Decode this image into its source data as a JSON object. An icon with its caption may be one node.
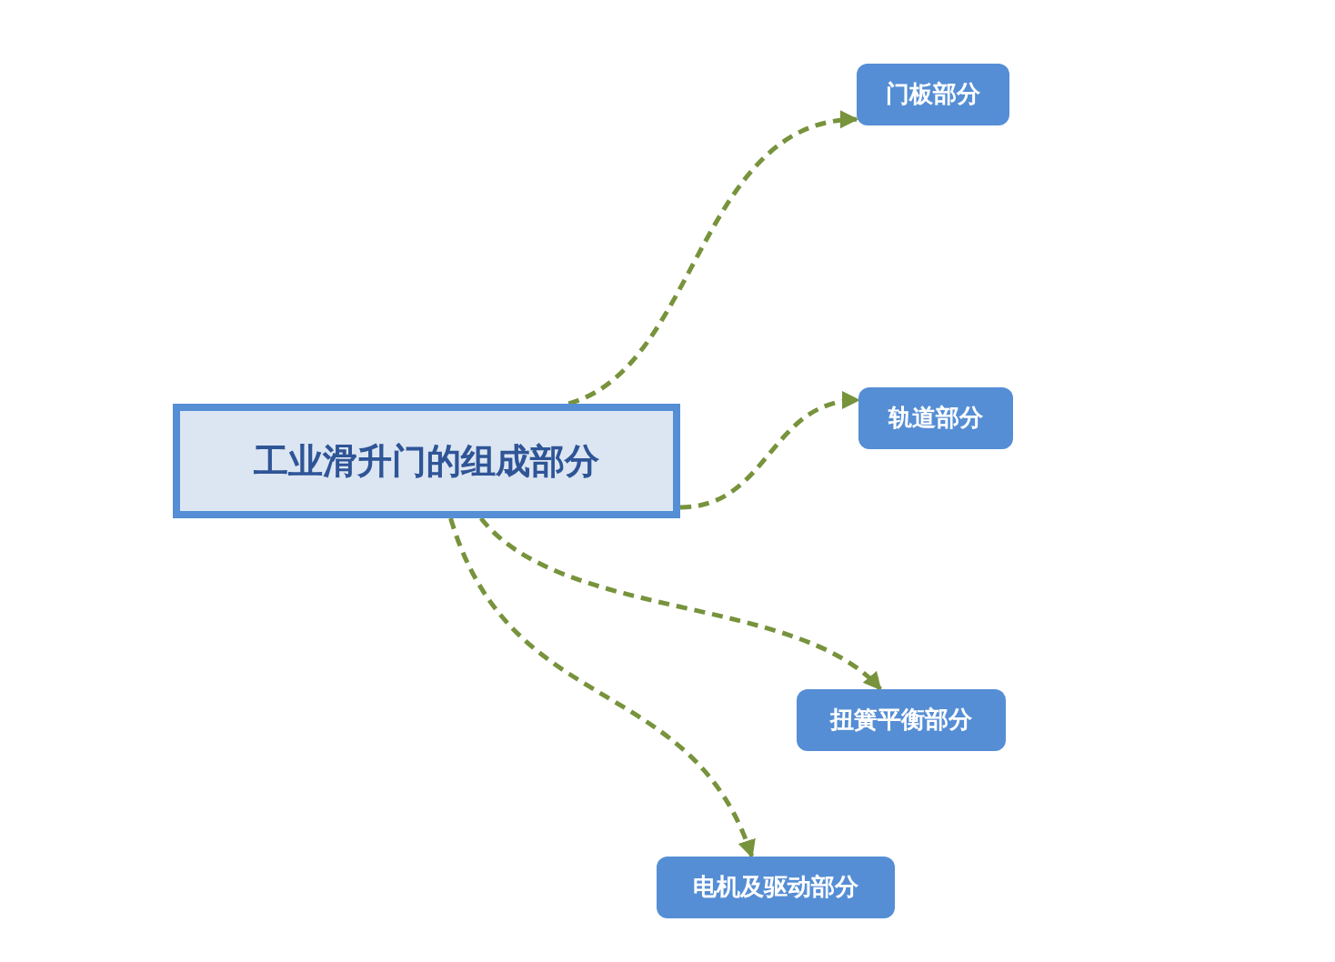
{
  "diagram": {
    "nodes": [
      {
        "text": [
          "工业滑升门的组成部分"
        ]
      },
      {
        "text": [
          "门板部分"
        ]
      },
      {
        "text": [
          "轨道部分"
        ]
      },
      {
        "text": [
          "扭簧平衡部分"
        ]
      },
      {
        "text": [
          "电机及驱动部分"
        ]
      }
    ],
    "edges": [
      {
        "from": 0,
        "to": 1,
        "arrow": "to",
        "style": "dashed"
      },
      {
        "from": 0,
        "to": 2,
        "arrow": "to",
        "style": "dashed"
      },
      {
        "from": 0,
        "to": 3,
        "arrow": "to",
        "style": "dashed"
      },
      {
        "from": 0,
        "to": 4,
        "arrow": "to",
        "style": "dashed"
      }
    ]
  }
}
